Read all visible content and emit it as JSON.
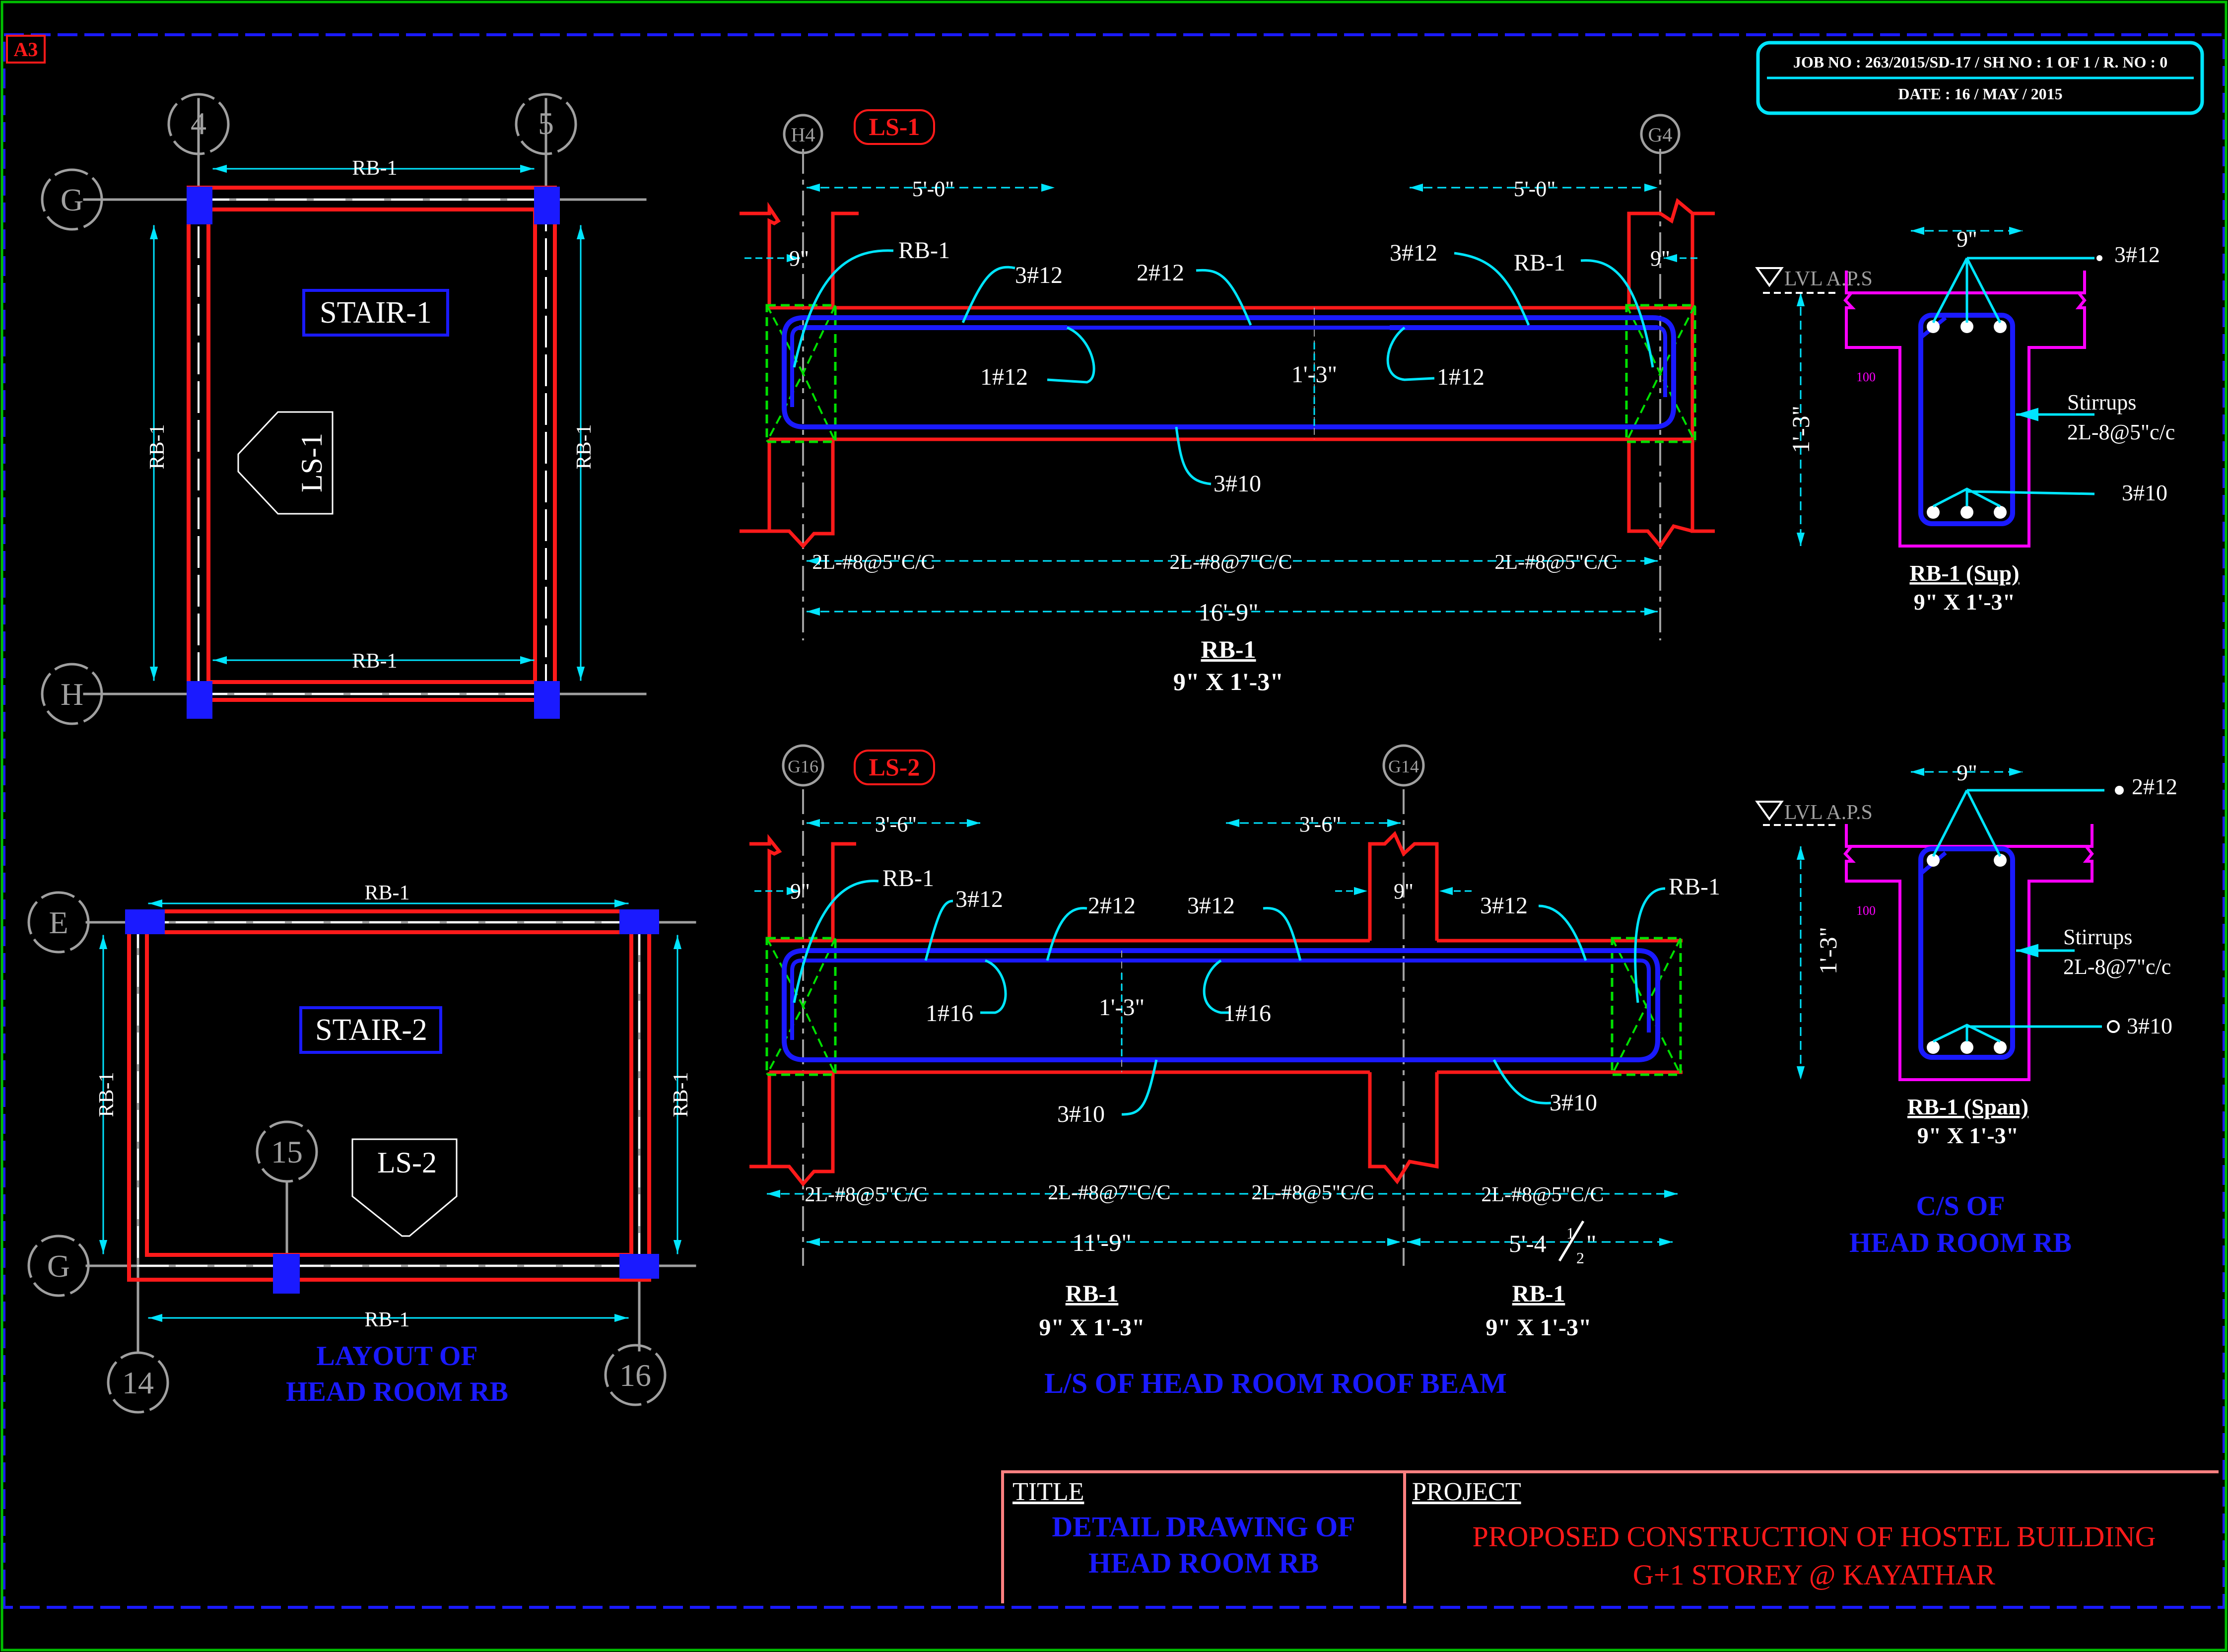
{
  "sheet": {
    "size_tag": "A3",
    "job_line": "JOB NO : 263/2015/SD-17 / SH NO : 1 OF 1 / R. NO : 0",
    "date_line": "DATE : 16 / MAY / 2015"
  },
  "layout": {
    "grid_top": [
      "4",
      "5"
    ],
    "grid_left_top": [
      "G",
      "H"
    ],
    "grid_left_bot": [
      "E",
      "G"
    ],
    "grid_bottom": [
      "14",
      "16"
    ],
    "grid_mid": "15",
    "stair1": "STAIR-1",
    "stair2": "STAIR-2",
    "ls1": "LS-1",
    "ls2": "LS-2",
    "rb": "RB-1",
    "caption_1": "LAYOUT OF",
    "caption_2": "HEAD ROOM RB"
  },
  "ls1": {
    "grid_left": "H4",
    "grid_right": "G4",
    "tag": "LS-1",
    "dim_left": "5'-0\"",
    "dim_right": "5'-0\"",
    "col_w": "9\"",
    "rb_left": "RB-1",
    "rb_right": "RB-1",
    "top_left": "3#12",
    "top_mid": "2#12",
    "top_right": "3#12",
    "extra_left": "1#12",
    "extra_right": "1#12",
    "depth": "1'-3\"",
    "bottom": "3#10",
    "stir_left": "2L-#8@5\"C/C",
    "stir_mid": "2L-#8@7\"C/C",
    "stir_right": "2L-#8@5\"C/C",
    "span": "16'-9\"",
    "name": "RB-1",
    "size": "9\" X 1'-3\""
  },
  "ls2": {
    "grid_left": "G16",
    "grid_right": "G14",
    "tag": "LS-2",
    "dim_left": "3'-6\"",
    "dim_mid": "3'-6\"",
    "col_w1": "9\"",
    "col_w2": "9\"",
    "rb_left": "RB-1",
    "rb_right": "RB-1",
    "top_1": "3#12",
    "top_2": "2#12",
    "top_3": "3#12",
    "top_4": "3#12",
    "extra_1": "1#16",
    "extra_2": "1#16",
    "depth": "1'-3\"",
    "bottom_1": "3#10",
    "bottom_2": "3#10",
    "stir_1": "2L-#8@5\"C/C",
    "stir_2": "2L-#8@7\"C/C",
    "stir_3": "2L-#8@5\"C/C",
    "stir_4": "2L-#8@5\"C/C",
    "span_1": "11'-9\"",
    "span_2_main": "5'-4",
    "span_2_num": "1",
    "span_2_den": "2",
    "span_2_unit": "\"",
    "name_1": "RB-1",
    "size_1": "9\" X 1'-3\"",
    "name_2": "RB-1",
    "size_2": "9\" X 1'-3\"",
    "caption": "L/S OF HEAD ROOM ROOF BEAM"
  },
  "cs_sup": {
    "width": "9\"",
    "top_bars": "3#12",
    "level": "LVL A.P.S",
    "depth": "1'-3\"",
    "slab": "100",
    "stirrups_1": "Stirrups",
    "stirrups_2": "2L-8@5\"c/c",
    "bottom_bars": "3#10",
    "name": "RB-1 (Sup)",
    "size": "9\" X 1'-3\""
  },
  "cs_span": {
    "width": "9\"",
    "top_bars": "2#12",
    "level": "LVL A.P.S",
    "depth": "1'-3\"",
    "slab": "100",
    "stirrups_1": "Stirrups",
    "stirrups_2": "2L-8@7\"c/c",
    "bottom_bars": "3#10",
    "name": "RB-1 (Span)",
    "size": "9\" X 1'-3\"",
    "caption_1": "C/S OF",
    "caption_2": "HEAD ROOM RB"
  },
  "title_block": {
    "title_label": "TITLE",
    "title_1": "DETAIL DRAWING OF",
    "title_2": "HEAD ROOM RB",
    "project_label": "PROJECT",
    "project_1": "PROPOSED CONSTRUCTION OF HOSTEL BUILDING",
    "project_2": "G+1 STOREY @ KAYATHAR"
  },
  "colors": {
    "red": "#ff1a1a",
    "blue": "#1a1aff",
    "cyan": "#00e5ff",
    "magenta": "#ff00ff",
    "green": "#00e000",
    "grey": "#a0a0a0",
    "pink": "#ff8080"
  }
}
